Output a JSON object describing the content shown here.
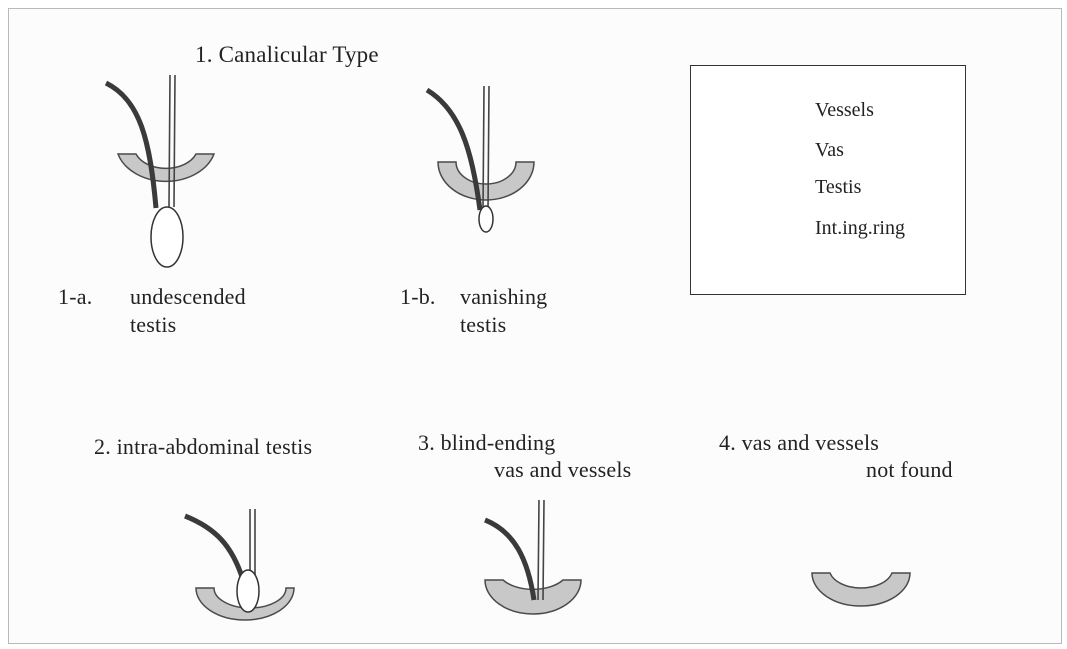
{
  "title": "1. Canalicular Type",
  "panels": {
    "p1a": {
      "num": "1-a.",
      "line1": "undescended",
      "line2": "testis"
    },
    "p1b": {
      "num": "1-b.",
      "line1": "vanishing",
      "line2": "testis"
    },
    "p2": {
      "line1": "2.  intra-abdominal testis"
    },
    "p3": {
      "line1": "3.  blind-ending",
      "line2": "vas and vessels"
    },
    "p4": {
      "line1": "4.  vas and vessels",
      "line2": "not found"
    }
  },
  "legend": {
    "vessels": "Vessels",
    "vas": "Vas",
    "testis": "Testis",
    "ring": "Int.ing.ring"
  },
  "colors": {
    "vas": "#3a3a3a",
    "ring_fill": "#c8c8c8",
    "ring_stroke": "#4a4a4a",
    "vessel": "#444444"
  }
}
